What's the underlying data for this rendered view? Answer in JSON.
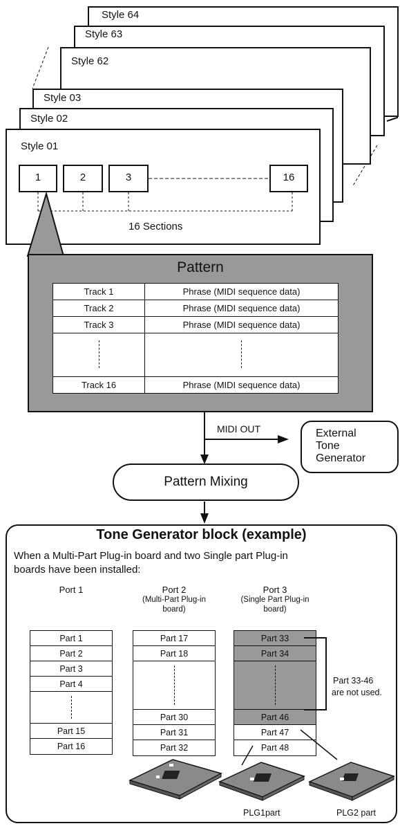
{
  "styles": {
    "back": [
      "Style 64",
      "Style 63",
      "Style 62"
    ],
    "mid": [
      "Style 03",
      "Style 02"
    ],
    "front": "Style 01"
  },
  "sections": {
    "boxes": [
      "1",
      "2",
      "3",
      "16"
    ],
    "caption": "16 Sections"
  },
  "pattern": {
    "title": "Pattern",
    "rows": [
      {
        "track": "Track 1",
        "phrase": "Phrase (MIDI sequence data)"
      },
      {
        "track": "Track 2",
        "phrase": "Phrase (MIDI sequence data)"
      },
      {
        "track": "Track 3",
        "phrase": "Phrase (MIDI sequence data)"
      },
      {
        "track": "Track 16",
        "phrase": "Phrase (MIDI sequence data)"
      }
    ]
  },
  "flow": {
    "midi_out": "MIDI OUT",
    "external": [
      "External",
      "Tone",
      "Generator"
    ],
    "mixing": "Pattern Mixing"
  },
  "tone_block": {
    "title": "Tone Generator block (example)",
    "desc_line1": "When a Multi-Part Plug-in board and two Single part Plug-in",
    "desc_line2": "boards have been installed:",
    "port1": {
      "name": "Port 1",
      "top": [
        "Part 1",
        "Part 2",
        "Part 3",
        "Part 4"
      ],
      "bottom": [
        "Part 15",
        "Part 16"
      ]
    },
    "port2": {
      "name": "Port 2",
      "sub1": "(Multi-Part Plug-in",
      "sub2": "board)",
      "top": [
        "Part 17",
        "Part 18"
      ],
      "bottom": [
        "Part 30",
        "Part 31",
        "Part 32"
      ]
    },
    "port3": {
      "name": "Port 3",
      "sub1": "(Single Part Plug-in",
      "sub2": "board)",
      "top": [
        "Part 33",
        "Part 34"
      ],
      "bottom": [
        "Part 46",
        "Part 47",
        "Part 48"
      ]
    },
    "note1": "Part 33-46",
    "note2": "are not used.",
    "plg1": "PLG1part",
    "plg2": "PLG2 part"
  },
  "colors": {
    "shade": "#999999",
    "line": "#111111"
  }
}
